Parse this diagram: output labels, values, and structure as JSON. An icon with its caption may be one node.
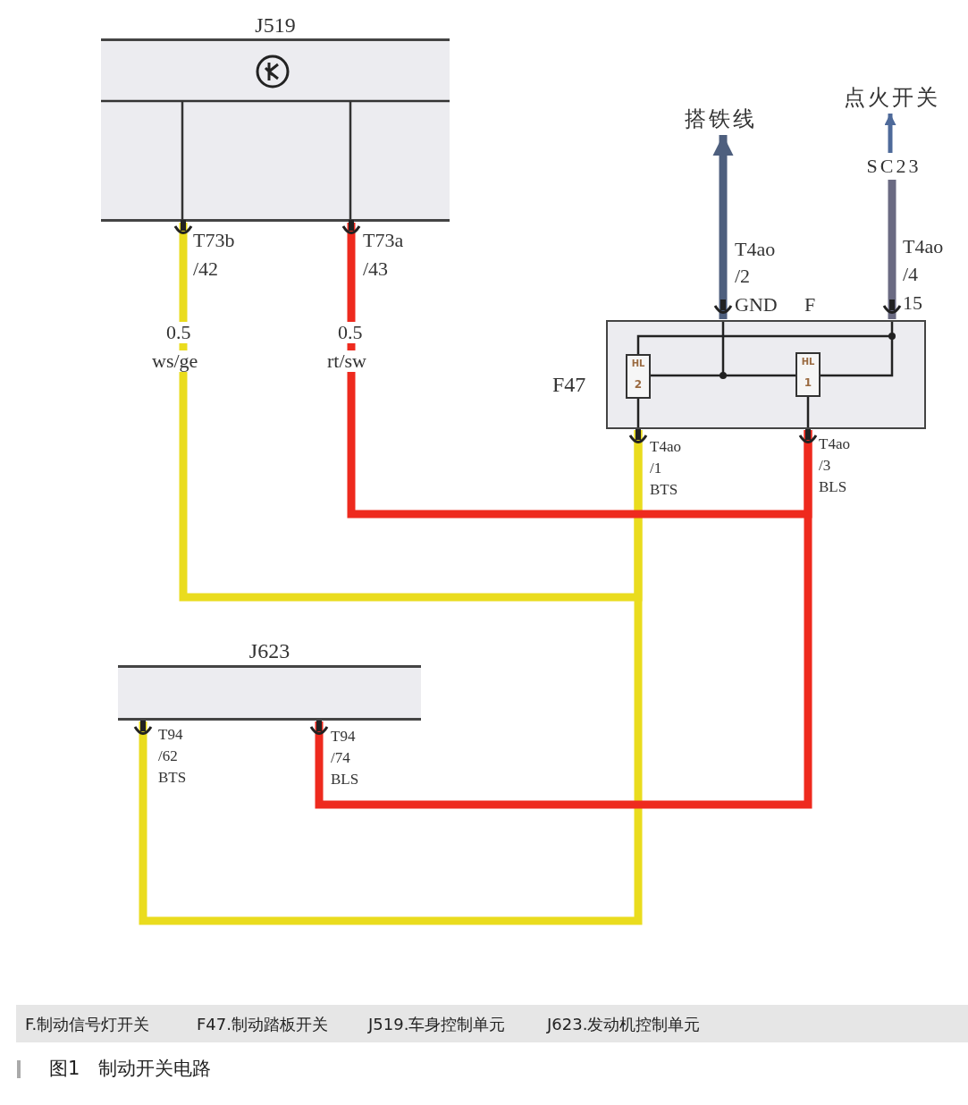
{
  "diagram": {
    "caption": "图1 制动开关电路",
    "nodes": [
      {
        "text": [
          "J519"
        ]
      },
      {
        "text": [
          "J623"
        ]
      },
      {
        "text": [
          "F47"
        ]
      },
      {
        "text": [
          "HL",
          "2"
        ],
        "in": 2
      },
      {
        "text": [
          "HL",
          "1"
        ],
        "in": 2
      },
      {
        "text": [
          "搭铁线"
        ]
      },
      {
        "text": [
          "点火开关"
        ]
      },
      {
        "text": [
          "SC23"
        ]
      }
    ],
    "edges": [
      {
        "from": 2,
        "to": 0,
        "arrow": "none",
        "color": "#eadc1e"
      },
      {
        "from": 2,
        "to": 1,
        "arrow": "none",
        "color": "#eadc1e"
      },
      {
        "from": 2,
        "to": 0,
        "arrow": "none",
        "color": "#ee2a1e"
      },
      {
        "from": 2,
        "to": 1,
        "arrow": "none",
        "color": "#ee2a1e"
      },
      {
        "from": 2,
        "to": 5,
        "arrow": "to",
        "color": "#4e5f7e"
      },
      {
        "from": 2,
        "to": 7,
        "arrow": "none",
        "color": "#6a6a82"
      },
      {
        "from": 7,
        "to": 6,
        "arrow": "to",
        "color": "#4e6a9a"
      },
      {
        "from": 3,
        "to": 4,
        "arrow": "none",
        "color": "#222222"
      },
      {
        "from": 3,
        "to": 4,
        "arrow": "none",
        "color": "#222222"
      }
    ],
    "labels": [
      "T73b",
      "/42",
      "0.5",
      "ws/ge",
      "T73a",
      "/43",
      "0.5",
      "rt/sw",
      "T4ao",
      "/2",
      "GND",
      "F",
      "T4ao",
      "/4",
      "15",
      "T4ao",
      "/1",
      "BTS",
      "T4ao",
      "/3",
      "BLS",
      "T94",
      "/62",
      "BTS",
      "T94",
      "/74",
      "BLS",
      "F.制动信号灯开关",
      "F47.制动踏板开关",
      "J519.车身控制单元",
      "J623.发动机控制单元"
    ]
  }
}
